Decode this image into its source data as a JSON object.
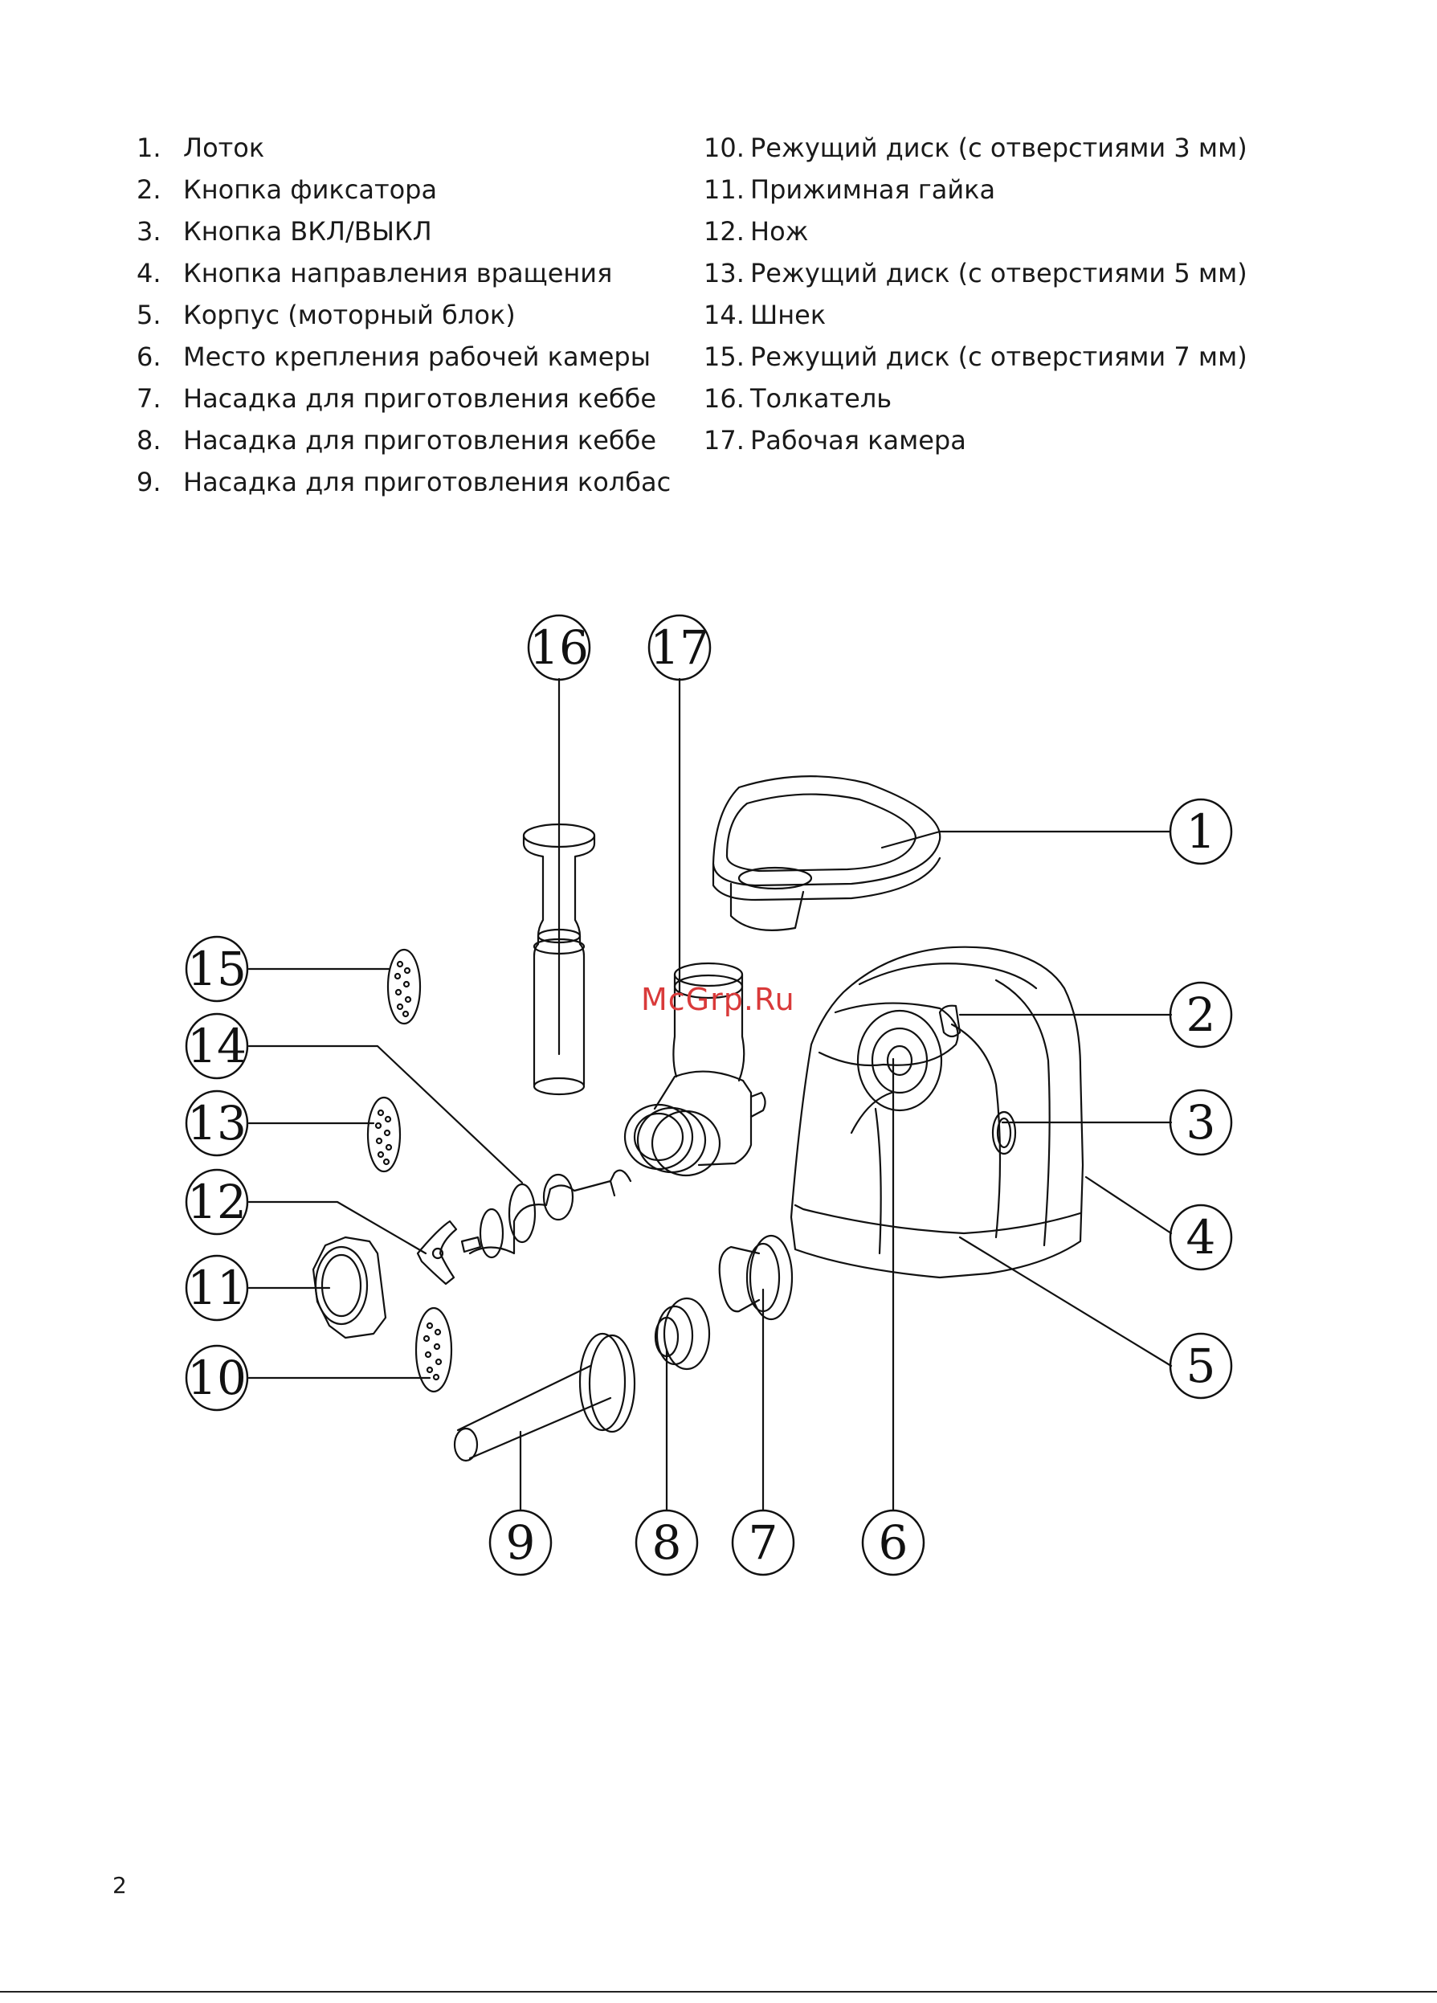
{
  "parts_left": [
    {
      "num": "1.",
      "label": "Лоток"
    },
    {
      "num": "2.",
      "label": "Кнопка фиксатора"
    },
    {
      "num": "3.",
      "label": "Кнопка ВКЛ/ВЫКЛ"
    },
    {
      "num": "4.",
      "label": "Кнопка направления вращения"
    },
    {
      "num": "5.",
      "label": "Корпус (моторный блок)"
    },
    {
      "num": "6.",
      "label": "Место крепления рабочей камеры"
    },
    {
      "num": "7.",
      "label": "Насадка для приготовления кеббе"
    },
    {
      "num": "8.",
      "label": "Насадка для приготовления кеббе"
    },
    {
      "num": "9.",
      "label": "Насадка для приготовления колбас"
    }
  ],
  "parts_right": [
    {
      "num": "10.",
      "label": "Режущий диск (с отверстиями 3 мм)"
    },
    {
      "num": "11.",
      "label": "Прижимная гайка"
    },
    {
      "num": "12.",
      "label": "Нож"
    },
    {
      "num": "13.",
      "label": "Режущий диск (с отверстиями 5 мм)"
    },
    {
      "num": "14.",
      "label": "Шнек"
    },
    {
      "num": "15.",
      "label": "Режущий диск (с отверстиями 7 мм)"
    },
    {
      "num": "16.",
      "label": "Толкатель"
    },
    {
      "num": "17.",
      "label": "Рабочая камера"
    }
  ],
  "callouts": [
    "1",
    "2",
    "3",
    "4",
    "5",
    "6",
    "7",
    "8",
    "9",
    "10",
    "11",
    "12",
    "13",
    "14",
    "15",
    "16",
    "17"
  ],
  "watermark": "McGrp.Ru",
  "page_number": "2",
  "colors": {
    "text": "#1a1a1a",
    "line": "#111111",
    "watermark": "#d93a3a"
  }
}
